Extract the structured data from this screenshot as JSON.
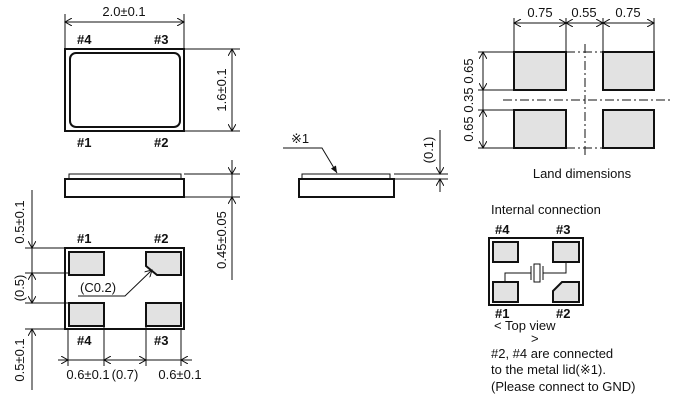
{
  "top_view": {
    "width_dim": "2.0±0.1",
    "height_dim": "1.6±0.1",
    "pins": {
      "p4": "#4",
      "p3": "#3",
      "p1": "#1",
      "p2": "#2"
    }
  },
  "side_view": {
    "thickness_dim": "0.45±0.05"
  },
  "lid_view": {
    "note_ref": "※1",
    "lid_dim": "(0.1)"
  },
  "bottom_view": {
    "pins": {
      "p1": "#1",
      "p2": "#2",
      "p4": "#4",
      "p3": "#3"
    },
    "chamfer": "(C0.2)",
    "left_dims": [
      "0.5±0.1",
      "(0.5)",
      "0.5±0.1"
    ],
    "bottom_dims": [
      "0.6±0.1",
      "(0.7)",
      "0.6±0.1"
    ]
  },
  "land": {
    "top_dims": [
      "0.75",
      "0.55",
      "0.75"
    ],
    "left_dims": [
      "0.65",
      "0.35",
      "0.65"
    ],
    "caption": "Land dimensions"
  },
  "internal": {
    "title": "Internal connection",
    "pins": {
      "p4": "#4",
      "p3": "#3",
      "p1": "#1",
      "p2": "#2"
    },
    "view_open": "< Top view",
    "view_close": ">",
    "notes": [
      "#2, #4 are connected",
      "to the metal lid(※1).",
      "(Please connect to GND)"
    ]
  }
}
